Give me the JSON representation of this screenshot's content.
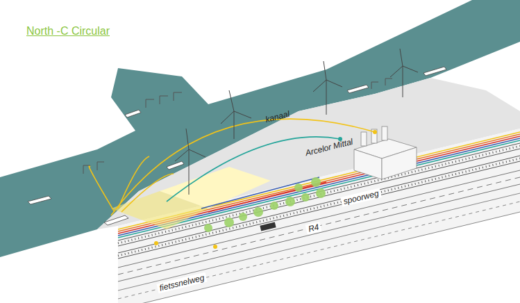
{
  "diagram": {
    "title": "North -C Circular",
    "labels": [
      "kanaal",
      "Arcelor Mittal",
      "spoorweg",
      "R4",
      "fietssnelweg"
    ]
  }
}
